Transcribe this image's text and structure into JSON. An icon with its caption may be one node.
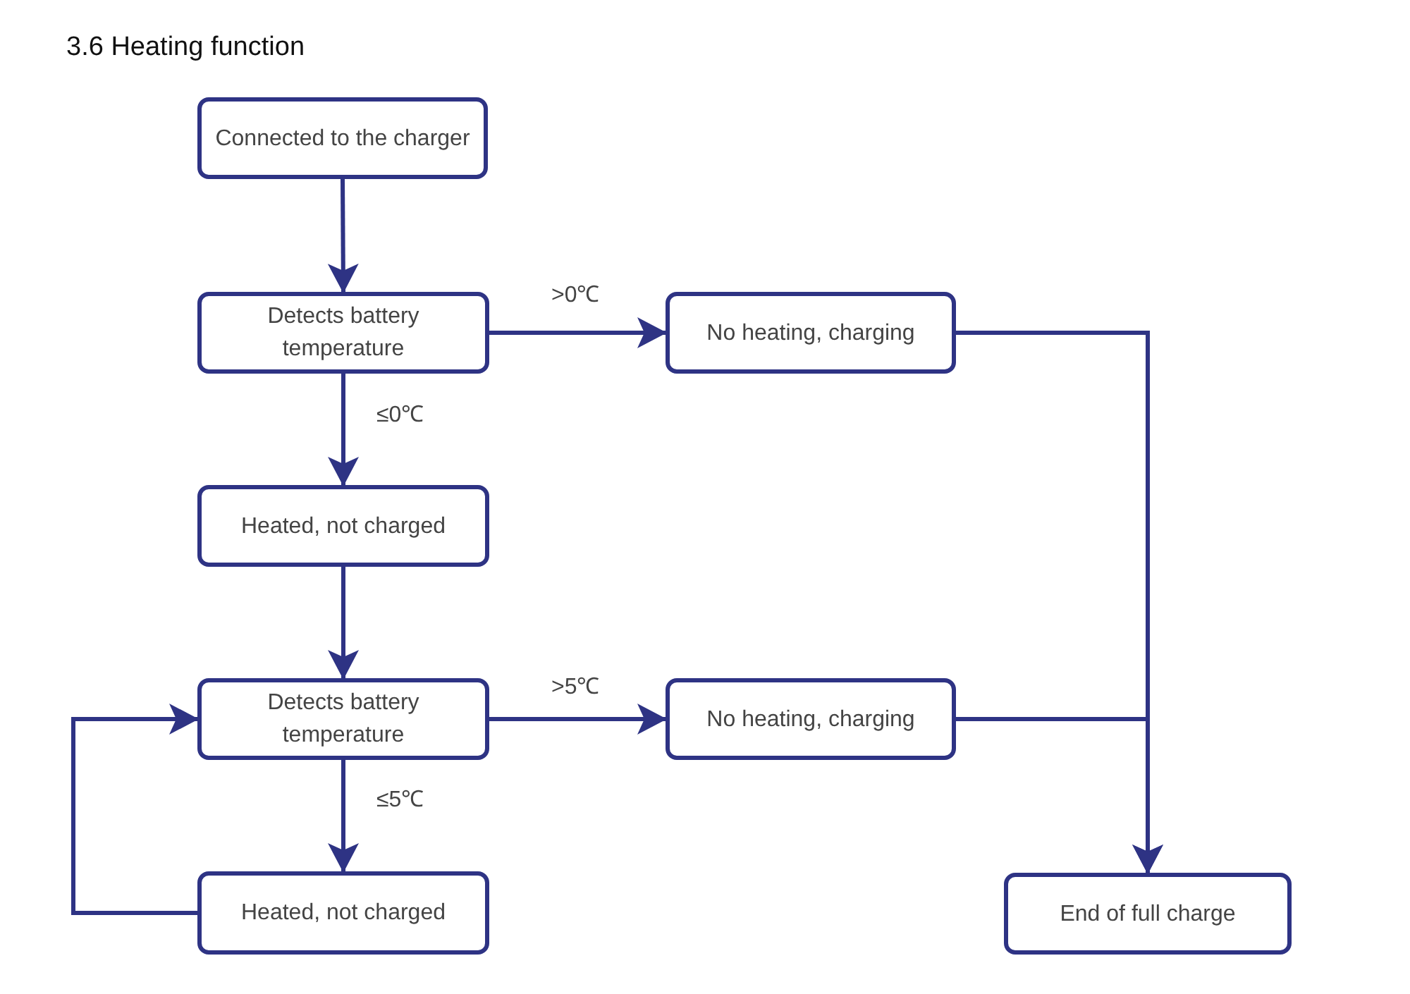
{
  "diagram": {
    "title": "3.6 Heating function",
    "nodes": [
      {
        "text": [
          "Connected to the charger"
        ]
      },
      {
        "text": [
          "Detects battery temperature"
        ]
      },
      {
        "text": [
          "No heating, charging"
        ]
      },
      {
        "text": [
          "Heated, not charged"
        ]
      },
      {
        "text": [
          "Detects battery temperature"
        ]
      },
      {
        "text": [
          "No heating, charging"
        ]
      },
      {
        "text": [
          "Heated, not charged"
        ]
      },
      {
        "text": [
          "End of full charge"
        ]
      }
    ],
    "edges": [
      {
        "from": 0,
        "to": 1,
        "arrow": "to"
      },
      {
        "from": 1,
        "to": 2,
        "arrow": "to",
        "label": ">0℃"
      },
      {
        "from": 1,
        "to": 3,
        "arrow": "to",
        "label": "≤0℃"
      },
      {
        "from": 3,
        "to": 4,
        "arrow": "to"
      },
      {
        "from": 4,
        "to": 5,
        "arrow": "to",
        "label": ">5℃"
      },
      {
        "from": 4,
        "to": 6,
        "arrow": "to",
        "label": "≤5℃"
      },
      {
        "from": 6,
        "to": 4,
        "arrow": "to"
      },
      {
        "from": 2,
        "to": 7,
        "arrow": "to"
      },
      {
        "from": 5,
        "to": 7,
        "arrow": "to"
      }
    ]
  }
}
